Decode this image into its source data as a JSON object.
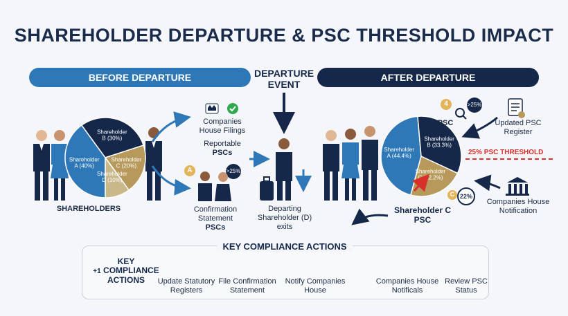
{
  "title": "SHAREHOLDER DEPARTURE & PSC THRESHOLD IMPACT",
  "before": {
    "header": "BEFORE DEPARTURE",
    "group_label": "SHAREHOLDERS",
    "pie": [
      {
        "label": "Shareholder A (40%)",
        "value": 40,
        "color": "#2f78b8"
      },
      {
        "label": "Shareholder B (30%)",
        "value": 30,
        "color": "#16284a"
      },
      {
        "label": "Shareholder C (20%)",
        "value": 20,
        "color": "#b79a5b"
      },
      {
        "label": "Shareholder D (10%)",
        "value": 10,
        "color": "#c9b88a"
      }
    ],
    "filings_label_1": "Companies",
    "filings_label_2": "House Filings",
    "reportable_label_1": "Reportable",
    "reportable_label_2": "PSCs",
    "badge_a": "A",
    "badge_pct": ">25%",
    "confirmation_label_1": "Confirmation",
    "confirmation_label_2": "Statement",
    "confirmation_label_3": "PSCs"
  },
  "event": {
    "header_1": "DEPARTURE",
    "header_2": "EVENT",
    "departing_label_1": "Departing",
    "departing_label_2": "Shareholder (D)",
    "departing_label_3": "exits"
  },
  "after": {
    "header": "AFTER DEPARTURE",
    "pie": [
      {
        "label": "Shareholder A (44.4%)",
        "value": 44.4,
        "color": "#2f78b8"
      },
      {
        "label": "Shareholder B (33.3%)",
        "value": 33.3,
        "color": "#16284a"
      },
      {
        "label": "Shareholder C (22.2%)",
        "value": 22.2,
        "color": "#b79a5b"
      }
    ],
    "psc_badge_num": "4",
    "psc_badge_pct": ">25%",
    "psc_label": "PSC",
    "register_label_1": "Updated PSC",
    "register_label_2": "Register",
    "threshold_label": "25% PSC THRESHOLD",
    "c_badge": "C",
    "c_pct": "22%",
    "notification_label_1": "Companies House",
    "notification_label_2": "Notification",
    "shareholder_c_label_1": "Shareholder C",
    "shareholder_c_label_2": "PSC"
  },
  "actions": {
    "header": "KEY COMPLIANCE ACTIONS",
    "side_label_1": "KEY",
    "side_label_2": "COMPLIANCE",
    "side_label_3": "ACTIONS",
    "side_prefix": "+1",
    "items": [
      {
        "line1": "Update Statutory",
        "line2": "Registers",
        "icon": "register-icon"
      },
      {
        "line1": "File Confirmation",
        "line2": "Statement",
        "icon": "document-icon"
      },
      {
        "line1": "Notify Companies",
        "line2": "House",
        "icon": "bank-icon"
      },
      {
        "line1": "Companies House",
        "line2": "Notificals",
        "icon": "bank-search-icon"
      },
      {
        "line1": "Review PSC",
        "line2": "Status",
        "icon": "user-search-icon"
      }
    ]
  },
  "colors": {
    "blue": "#2f78b8",
    "navy": "#16284a",
    "gold": "#b79a5b",
    "threshold_red": "#d8302b",
    "check_green": "#2fa84f"
  }
}
